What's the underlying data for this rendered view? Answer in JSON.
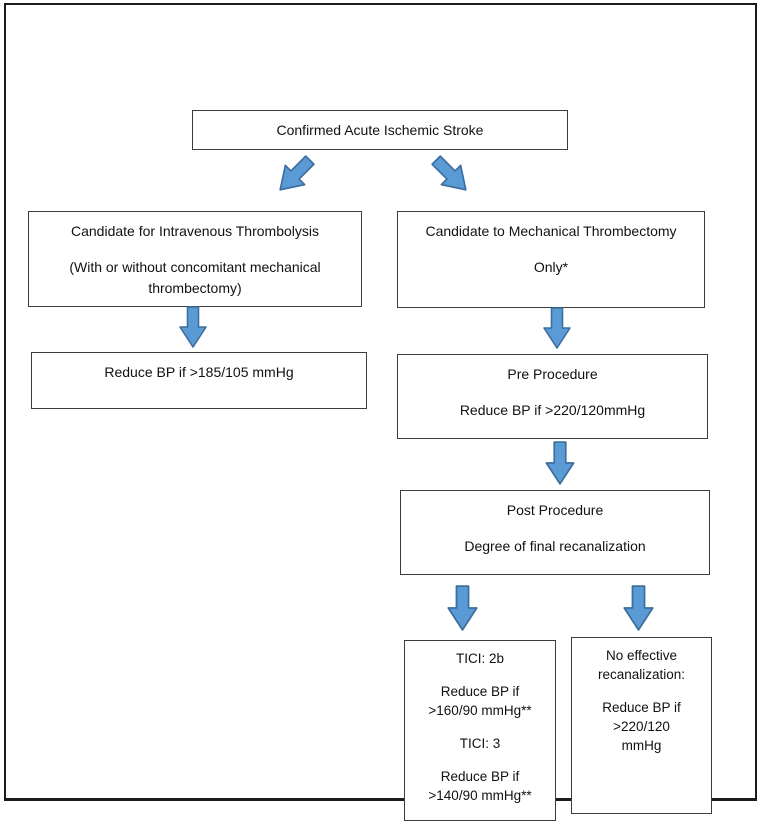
{
  "figure": {
    "type": "flowchart",
    "boxes": {
      "confirmed": {
        "paragraphs": [
          [
            "Confirmed Acute Ischemic Stroke"
          ]
        ]
      },
      "iv": {
        "paragraphs": [
          [
            "Candidate for Intravenous Thrombolysis"
          ],
          [
            "(With or without concomitant mechanical",
            "thrombectomy)"
          ]
        ]
      },
      "mech": {
        "paragraphs": [
          [
            "Candidate to Mechanical Thrombectomy"
          ],
          [
            "Only*"
          ]
        ]
      },
      "reduce185": {
        "paragraphs": [
          [
            "Reduce BP if >185/105 mmHg"
          ]
        ]
      },
      "pre": {
        "paragraphs": [
          [
            "Pre Procedure"
          ],
          [
            "Reduce BP if >220/120mmHg"
          ]
        ]
      },
      "post": {
        "paragraphs": [
          [
            "Post Procedure"
          ],
          [
            "Degree of final recanalization"
          ]
        ]
      },
      "tici": {
        "paragraphs": [
          [
            "TICI: 2b"
          ],
          [
            "Reduce BP if",
            ">160/90 mmHg**"
          ],
          [
            "TICI: 3"
          ],
          [
            "Reduce BP if",
            ">140/90 mmHg**"
          ]
        ]
      },
      "norecan": {
        "paragraphs": [
          [
            "No effective",
            "recanalization:"
          ],
          [
            "Reduce BP if",
            ">220/120",
            "mmHg"
          ]
        ]
      }
    },
    "connections": [
      {
        "from": "confirmed",
        "to": "iv",
        "arrow": "down-left"
      },
      {
        "from": "confirmed",
        "to": "mech",
        "arrow": "down-right"
      },
      {
        "from": "iv",
        "to": "reduce185",
        "arrow": "down"
      },
      {
        "from": "mech",
        "to": "pre",
        "arrow": "down"
      },
      {
        "from": "pre",
        "to": "post",
        "arrow": "down"
      },
      {
        "from": "post",
        "to": "tici",
        "arrow": "down"
      },
      {
        "from": "post",
        "to": "norecan",
        "arrow": "down"
      }
    ]
  },
  "colors": {
    "arrow_fill": "#5b9bd5",
    "arrow_stroke": "#3c6e9f",
    "box_border": "#3d3d3d",
    "outer_border": "#1c1c1c",
    "text": "#111111",
    "background": "#ffffff"
  }
}
